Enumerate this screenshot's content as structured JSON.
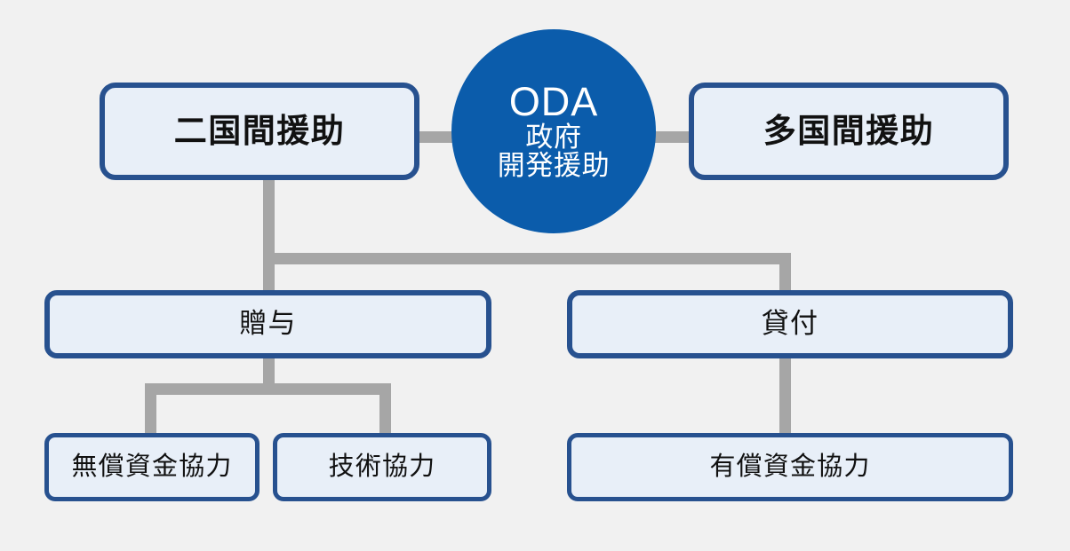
{
  "diagram": {
    "title": "ODA structure chart",
    "background_color": "#f1f1f1",
    "accent_circle_color": "#0b5cab",
    "box_border_color": "#27518f",
    "box_fill_color": "#e8eff8",
    "connector_color": "#a6a6a6"
  },
  "center": {
    "acronym": "ODA",
    "line1": "政府",
    "line2": "開発援助"
  },
  "nodes": {
    "bilateral": "二国間援助",
    "multilateral": "多国間援助",
    "grant": "贈与",
    "loan": "貸付",
    "grant_aid": "無償資金協力",
    "technical_cooperation": "技術協力",
    "loan_aid": "有償資金協力"
  }
}
